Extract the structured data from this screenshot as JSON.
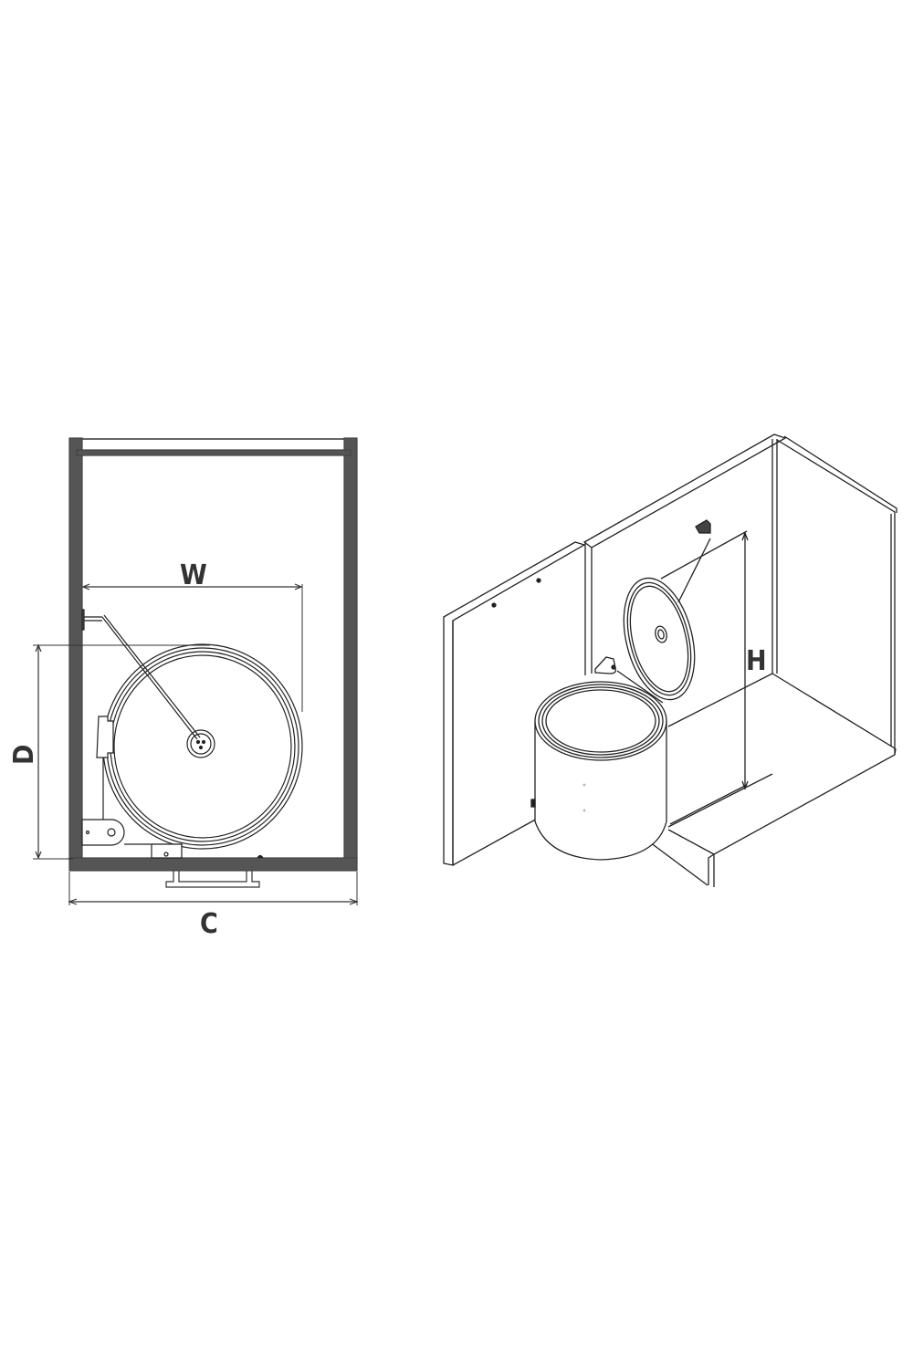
{
  "diagram": {
    "colors": {
      "background": "#ffffff",
      "cabinet_wall": "#555555",
      "line": "#222222",
      "label": "#333333"
    },
    "top_view": {
      "name": "plan view of cabinet with door-mounted round bin",
      "dimensions": {
        "width_label": "W",
        "depth_label": "D",
        "cabinet_label": "C"
      }
    },
    "iso_view": {
      "name": "isometric view of cabinet with door-mounted bin and open lid",
      "dimensions": {
        "height_label": "H"
      }
    }
  }
}
